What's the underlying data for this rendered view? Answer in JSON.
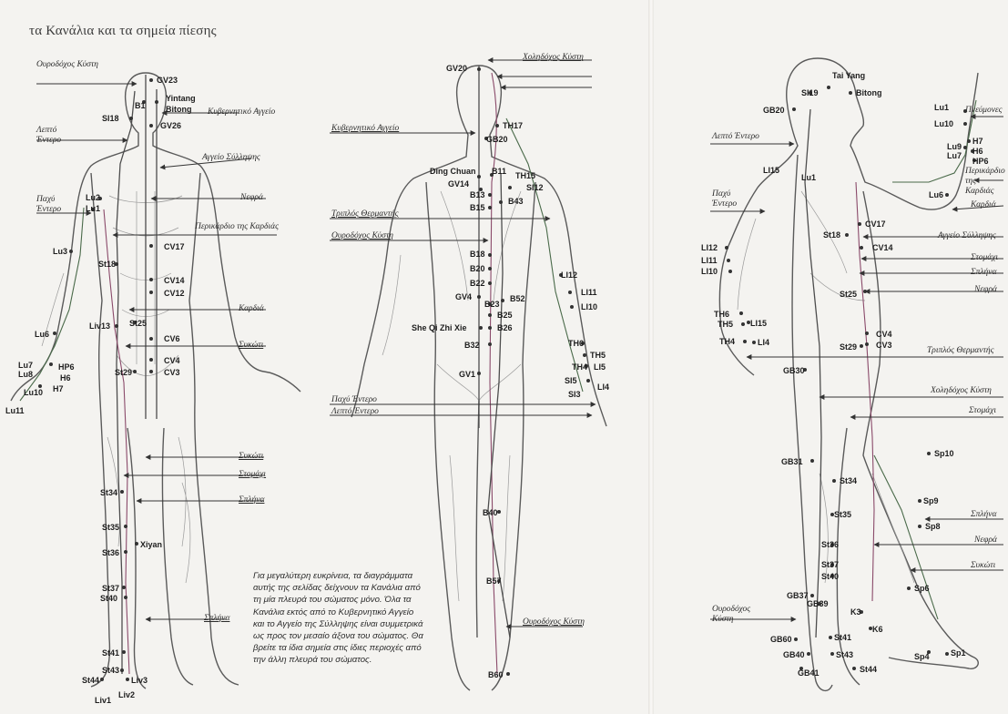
{
  "title": "τα Κανάλια και τα σημεία πίεσης",
  "caption": "Για μεγαλύτερη ευκρίνεια, τα διαγράμματα αυτής της σελίδας δείχνουν τα Κανάλια από τη μία πλευρά του σώματος μόνο. Όλα τα Κανάλια εκτός από το Κυβερνητικό Αγγείο και το Αγγείο της Σύλληψης είναι συμμετρικά ως προς τον μεσαίο άξονα του σώματος. Θα βρείτε τα ίδια σημεία στις ίδιες περιοχές από την άλλη πλευρά του σώματος.",
  "front_channels": {
    "bladder": "Ουροδόχος Κύστη",
    "governing": "Κυβερνητικό Αγγείο",
    "small_int": "Λεπτό Έντερο",
    "conception": "Αγγείο Σύλληψης",
    "kidney": "Νεφρά",
    "large_int": "Παχύ Έντερο",
    "pericardium": "Περικάρδιο της Καρδιάς",
    "heart": "Καρδιά",
    "liver": "Συκώτι",
    "liver2": "Συκώτι",
    "stomach": "Στομάχι",
    "spleen": "Σπλήνα",
    "spleen2": "Σπλήνα"
  },
  "back_channels": {
    "gallbladder": "Χοληδόχος Κύστη",
    "governing": "Κυβερνητικό Αγγείο",
    "triple": "Τριπλός Θερμαντής",
    "bladder": "Ουροδόχος Κύστη",
    "large_int": "Παχύ Έντερο",
    "small_int": "Λεπτό Έντερο",
    "bladder2": "Ουροδόχος Κύστη"
  },
  "side_channels": {
    "small_int": "Λεπτό Έντερο",
    "lungs": "Πνεύμονες",
    "pericardium": "Περικάρδιο της Καρδιάς",
    "large_int": "Παχύ Έντερο",
    "heart": "Καρδιά",
    "conception": "Αγγείο Σύλληψης",
    "stomach": "Στομάχι",
    "spleen": "Σπλήνα",
    "kidney": "Νεφρά",
    "triple": "Τριπλός Θερμαντής",
    "gallbladder": "Χοληδόχος Κύστη",
    "stomach2": "Στομάχι",
    "spleen2": "Σπλήνα",
    "kidney2": "Νεφρά",
    "liver": "Συκώτι",
    "bladder": "Ουροδόχος Κύστη"
  },
  "front_points": {
    "gv23": "GV23",
    "b1": "B1",
    "yintang": "Yintang",
    "bitong": "Bitong",
    "gv26": "GV26",
    "si18": "SI18",
    "lu2": "Lu2",
    "lu1": "Lu1",
    "lu3": "Lu3",
    "st18": "St18",
    "cv17": "CV17",
    "cv14": "CV14",
    "cv12": "CV12",
    "liv13": "Liv13",
    "st25": "St25",
    "cv6": "CV6",
    "cv4": "CV4",
    "cv3": "CV3",
    "st29": "St29",
    "lu6": "Lu6",
    "lu7": "Lu7",
    "lu8": "Lu8",
    "hp6": "HP6",
    "h6": "H6",
    "h7": "H7",
    "lu10": "Lu10",
    "lu11": "Lu11",
    "st34": "St34",
    "st35": "St35",
    "st36": "St36",
    "xiyan": "Xiyan",
    "st37": "St37",
    "st40": "St40",
    "st41": "St41",
    "st43": "St43",
    "st44": "St44",
    "liv3": "Liv3",
    "liv1": "Liv1",
    "liv2": "Liv2"
  },
  "back_points": {
    "gv20": "GV20",
    "th17": "TH17",
    "gb20": "GB20",
    "ding_chuan": "Ding Chuan",
    "b11": "B11",
    "th15": "TH15",
    "gv14": "GV14",
    "si12": "SI12",
    "b13": "B13",
    "b43": "B43",
    "b15": "B15",
    "b18": "B18",
    "b20": "B20",
    "b22": "B22",
    "gv4": "GV4",
    "b23": "B23",
    "b52": "B52",
    "b25": "B25",
    "she_qi": "She Qi Zhi Xie",
    "b26": "B26",
    "b32": "B32",
    "gv1": "GV1",
    "li12": "LI12",
    "li11": "LI11",
    "li10": "LI10",
    "th6": "TH6",
    "th5": "TH5",
    "th4": "TH4",
    "si5": "SI5",
    "li5": "LI5",
    "si3": "SI3",
    "li4": "LI4",
    "b40": "B40",
    "b57": "B57",
    "b60": "B60"
  },
  "side_points": {
    "tai_yang": "Tai Yang",
    "si19": "SI19",
    "bitong": "Bitong",
    "gb20": "GB20",
    "lu1": "Lu1",
    "lu10": "Lu10",
    "lu9": "Lu9",
    "lu7": "Lu7",
    "h7": "H7",
    "h6": "H6",
    "hp6": "HP6",
    "li15": "LI15",
    "lu1b": "Lu1",
    "lu6": "Lu6",
    "cv17": "CV17",
    "st18": "St18",
    "cv14": "CV14",
    "li12": "LI12",
    "li11": "LI11",
    "li10": "LI10",
    "st25": "St25",
    "cv4": "CV4",
    "cv3": "CV3",
    "th6": "TH6",
    "th5": "TH5",
    "li15b": "LI15",
    "th4": "TH4",
    "li4": "LI4",
    "st29": "St29",
    "gb30": "GB30",
    "sp10": "Sp10",
    "gb31": "GB31",
    "st34": "St34",
    "sp9": "Sp9",
    "sp8": "Sp8",
    "st35": "St35",
    "st36": "St36",
    "st37": "St37",
    "st40": "St40",
    "sp6": "Sp6",
    "gb37": "GB37",
    "gb39": "GB39",
    "k3": "K3",
    "k6": "K6",
    "gb60": "GB60",
    "st41": "St41",
    "sp4": "Sp4",
    "sp1": "Sp1",
    "gb40": "GB40",
    "st43": "St43",
    "gb41": "GB41",
    "st44": "St44"
  }
}
